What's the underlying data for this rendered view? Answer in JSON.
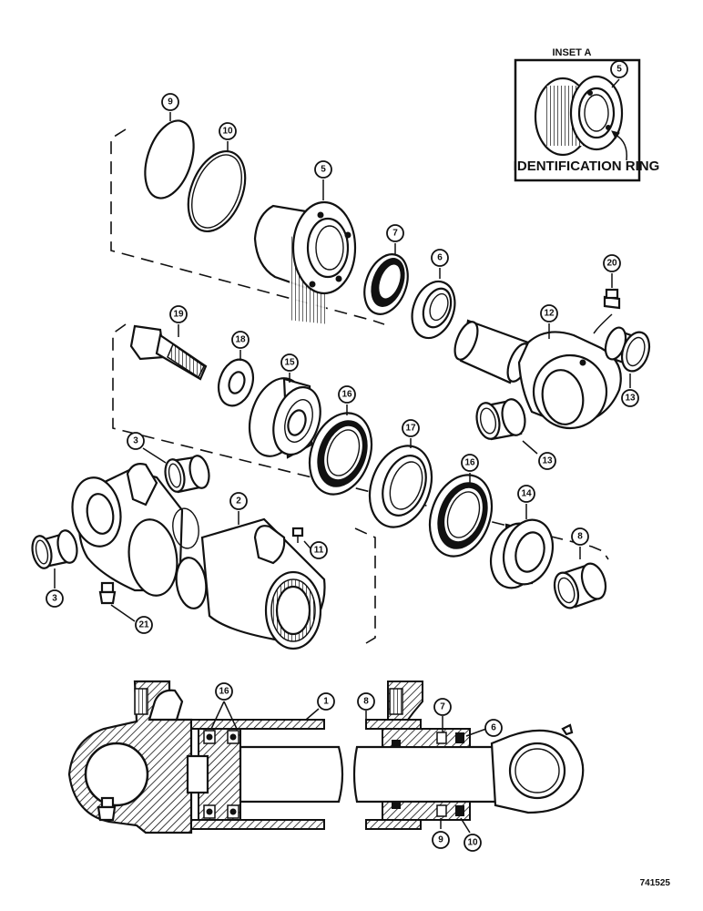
{
  "inset": {
    "title": "INSET A",
    "part_number": "5",
    "note": "IDENTIFICATION RING"
  },
  "callouts": {
    "c9": "9",
    "c10": "10",
    "c5": "5",
    "c7": "7",
    "c6": "6",
    "c20": "20",
    "c12": "12",
    "c13a": "13",
    "c13b": "13",
    "c19": "19",
    "c18": "18",
    "c15": "15",
    "c16a": "16",
    "c17": "17",
    "c16b": "16",
    "c14": "14",
    "c8": "8",
    "c3a": "3",
    "c2": "2",
    "c11": "11",
    "c3b": "3",
    "c21": "21",
    "s16": "16",
    "s1": "1",
    "s8": "8",
    "s7": "7",
    "s6": "6",
    "s9": "9",
    "s10": "10"
  },
  "figure_code": "741525"
}
